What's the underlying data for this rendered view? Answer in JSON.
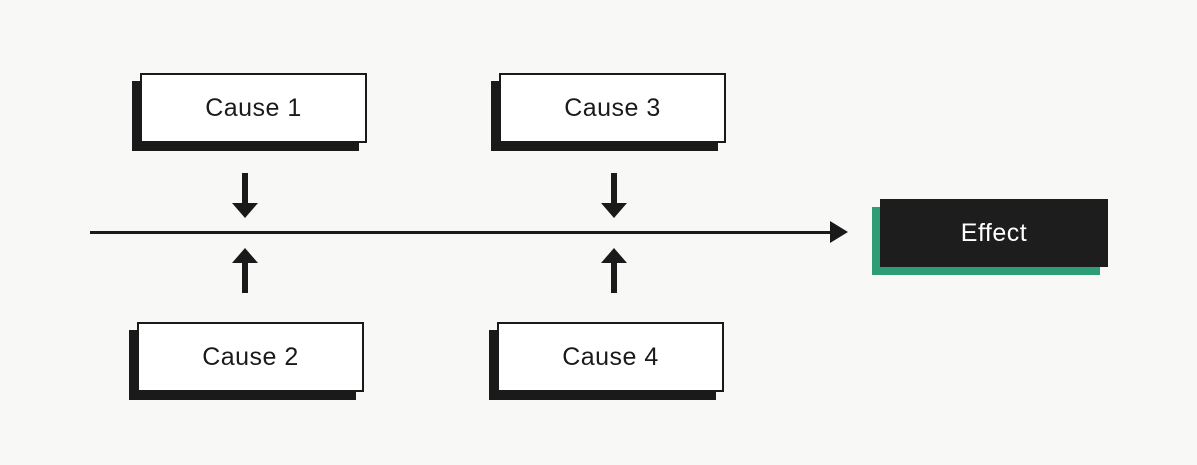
{
  "diagram": {
    "type": "cause-and-effect",
    "causes": [
      {
        "id": "cause-1",
        "label": "Cause 1",
        "position": "top-left",
        "connector": "arrow-down"
      },
      {
        "id": "cause-2",
        "label": "Cause 2",
        "position": "bottom-left",
        "connector": "arrow-up"
      },
      {
        "id": "cause-3",
        "label": "Cause 3",
        "position": "top-right",
        "connector": "arrow-down"
      },
      {
        "id": "cause-4",
        "label": "Cause 4",
        "position": "bottom-right",
        "connector": "arrow-up"
      }
    ],
    "effect": {
      "id": "effect",
      "label": "Effect"
    },
    "spine": {
      "direction": "right",
      "style": "solid-arrow"
    },
    "colors": {
      "background": "#f8f8f6",
      "ink": "#1a1a1a",
      "cause_fill": "#ffffff",
      "cause_shadow": "#1a1a1a",
      "effect_fill": "#1d1d1d",
      "effect_text": "#ffffff",
      "effect_shadow": "#2d9c77"
    }
  }
}
